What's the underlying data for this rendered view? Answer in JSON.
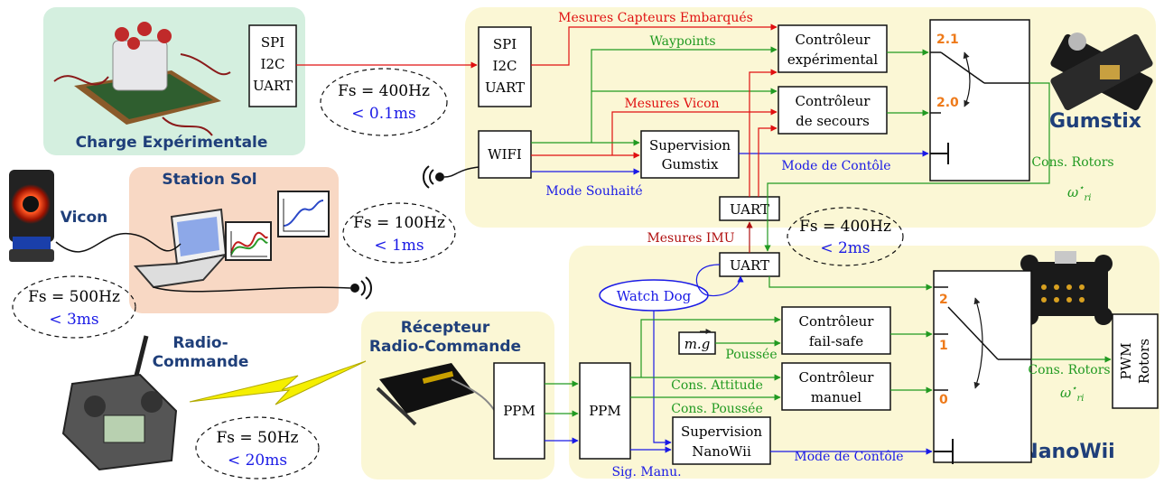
{
  "colors": {
    "panel_green": "#d4efdf",
    "panel_salmon": "#f8d8c4",
    "panel_yellow": "#fbf7d5",
    "label_blue": "#1f3f7a",
    "red": "#e01010",
    "dark_red": "#b01010",
    "green": "#219a21",
    "blue": "#1a1ae6",
    "orange": "#ee7a1a",
    "bolt_yellow": "#f5ef00"
  },
  "groups": {
    "payload": "Charge Expérimentale",
    "ground_station": "Station Sol",
    "vicon": "Vicon",
    "radio_line1": "Radio-",
    "radio_line2": "Commande",
    "receiver_line1": "Récepteur",
    "receiver_line2": "Radio-Commande",
    "gumstix": "Gumstix",
    "nanowii": "NanoWii"
  },
  "blocks": {
    "payload_bus": [
      "SPI",
      "I2C",
      "UART"
    ],
    "gumstix_bus": [
      "SPI",
      "I2C",
      "UART"
    ],
    "wifi": "WIFI",
    "supervision_gumstix": [
      "Supervision",
      "Gumstix"
    ],
    "ctrl_experimental": [
      "Contrôleur",
      "expérimental"
    ],
    "ctrl_backup": [
      "Contrôleur",
      "de secours"
    ],
    "uart_gumstix": "UART",
    "uart_nanowii": "UART",
    "watchdog": "Watch Dog",
    "mg": "m.g",
    "ctrl_failsafe": [
      "Contrôleur",
      "fail-safe"
    ],
    "ctrl_manual": [
      "Contrôleur",
      "manuel"
    ],
    "supervision_nanowii": [
      "Supervision",
      "NanoWii"
    ],
    "ppm_receiver": "PPM",
    "ppm_nanowii": "PPM",
    "pwm": [
      "PWM",
      "Rotors"
    ]
  },
  "signals": {
    "embedded_sensors": "Mesures Capteurs Embarqués",
    "waypoints": "Waypoints",
    "vicon_measures": "Mesures Vicon",
    "wanted_mode": "Mode Souhaité",
    "control_mode_gumstix": "Mode de Contôle",
    "rotor_cmd_gumstix": "Cons. Rotors",
    "imu": "Mesures IMU",
    "thrust": "Poussée",
    "attitude_cmd": "Cons. Attitude",
    "thrust_cmd": "Cons. Poussée",
    "control_mode_nanowii": "Mode de Contôle",
    "manual_signal": "Sig. Manu.",
    "rotor_cmd_nanowii": "Cons. Rotors",
    "omega": "ω",
    "omega_sup": "⋆",
    "omega_sub": "ri"
  },
  "switch_positions": {
    "gumstix": [
      "2.1",
      "2.0"
    ],
    "nanowii": [
      "2",
      "1",
      "0"
    ]
  },
  "rates": [
    {
      "fs": "Fs = 400Hz",
      "latency": "< 0.1ms"
    },
    {
      "fs": "Fs = 100Hz",
      "latency": "< 1ms"
    },
    {
      "fs": "Fs = 500Hz",
      "latency": "< 3ms"
    },
    {
      "fs": "Fs = 400Hz",
      "latency": "< 2ms"
    },
    {
      "fs": "Fs = 50Hz",
      "latency": "< 20ms"
    }
  ]
}
